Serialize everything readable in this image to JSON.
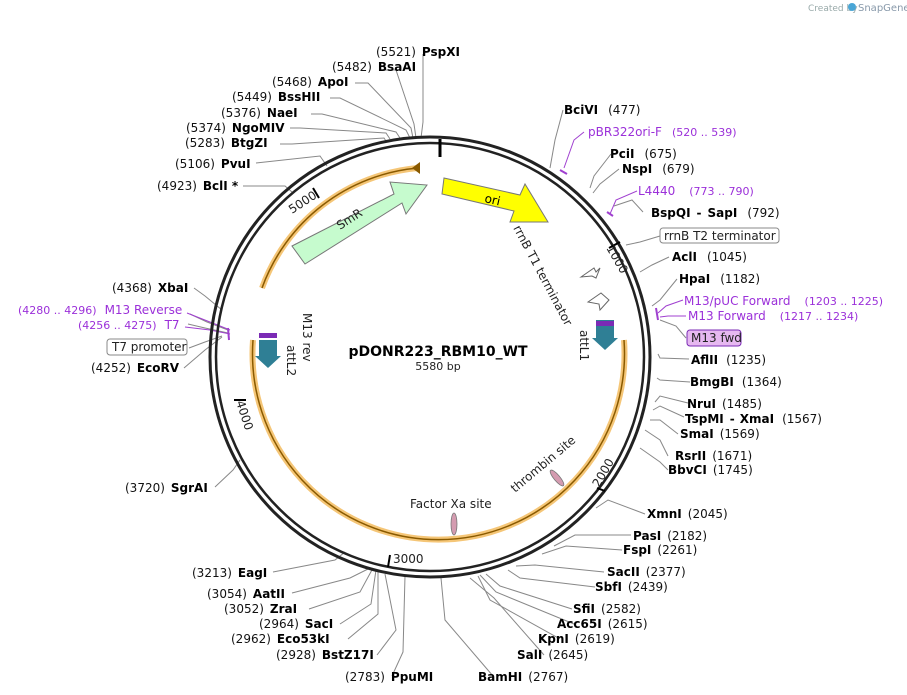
{
  "credit": {
    "prefix": "Created by",
    "brand": "SnapGene"
  },
  "plasmid": {
    "name": "pDONR223_RBM10_WT",
    "size": "5580 bp",
    "length": 5580
  },
  "ticks": [
    "1000",
    "2000",
    "3000",
    "4000",
    "5000"
  ],
  "features": [
    {
      "name": "ori",
      "label": "ori",
      "color": "#ffff00"
    },
    {
      "name": "smr",
      "label": "SmR",
      "color": "#c6fbce"
    },
    {
      "name": "rrnb-t1",
      "label": "rrnB T1 terminator"
    },
    {
      "name": "attl1",
      "label": "attL1",
      "color": "#2f7f95"
    },
    {
      "name": "attl2",
      "label": "attL2",
      "color": "#2f7f95"
    },
    {
      "name": "m13-rev",
      "label": "M13 rev"
    },
    {
      "name": "thrombin",
      "label": "thrombin site"
    },
    {
      "name": "factor-xa",
      "label": "Factor Xa site"
    }
  ],
  "boxed_labels": {
    "rrnb_t2": "rrnB T2 terminator",
    "t7_promoter": "T7 promoter",
    "m13_fwd": "M13 fwd"
  },
  "sites": [
    {
      "name": "PspXI",
      "pos": "(5521)"
    },
    {
      "name": "BsaAI",
      "pos": "(5482)"
    },
    {
      "name": "ApoI",
      "pos": "(5468)"
    },
    {
      "name": "BssHII",
      "pos": "(5449)"
    },
    {
      "name": "NaeI",
      "pos": "(5376)"
    },
    {
      "name": "NgoMIV",
      "pos": "(5374)"
    },
    {
      "name": "BtgZI",
      "pos": "(5283)"
    },
    {
      "name": "PvuI",
      "pos": "(5106)"
    },
    {
      "name": "BclI *",
      "pos": "(4923)"
    },
    {
      "name": "XbaI",
      "pos": "(4368)"
    },
    {
      "name": "EcoRV",
      "pos": "(4252)"
    },
    {
      "name": "SgrAI",
      "pos": "(3720)"
    },
    {
      "name": "EagI",
      "pos": "(3213)"
    },
    {
      "name": "AatII",
      "pos": "(3054)"
    },
    {
      "name": "ZraI",
      "pos": "(3052)"
    },
    {
      "name": "SacI",
      "pos": "(2964)"
    },
    {
      "name": "Eco53kI",
      "pos": "(2962)"
    },
    {
      "name": "BstZ17I",
      "pos": "(2928)"
    },
    {
      "name": "PpuMI",
      "pos": "(2783)"
    },
    {
      "name": "BamHI",
      "pos": "(2767)"
    },
    {
      "name": "SalI",
      "pos": "(2645)"
    },
    {
      "name": "KpnI",
      "pos": "(2619)"
    },
    {
      "name": "Acc65I",
      "pos": "(2615)"
    },
    {
      "name": "SfiI",
      "pos": "(2582)"
    },
    {
      "name": "SbfI",
      "pos": "(2439)"
    },
    {
      "name": "SacII",
      "pos": "(2377)"
    },
    {
      "name": "FspI",
      "pos": "(2261)"
    },
    {
      "name": "PasI",
      "pos": "(2182)"
    },
    {
      "name": "XmnI",
      "pos": "(2045)"
    },
    {
      "name": "BbvCI",
      "pos": "(1745)"
    },
    {
      "name": "RsrII",
      "pos": "(1671)"
    },
    {
      "name": "SmaI",
      "pos": "(1569)"
    },
    {
      "name": "TspMI",
      "sep": "-",
      "name2": "XmaI",
      "pos": "(1567)"
    },
    {
      "name": "NruI",
      "pos": "(1485)"
    },
    {
      "name": "BmgBI",
      "pos": "(1364)"
    },
    {
      "name": "AflII",
      "pos": "(1235)"
    },
    {
      "name": "HpaI",
      "pos": "(1182)"
    },
    {
      "name": "AclI",
      "pos": "(1045)"
    },
    {
      "name": "BspQI",
      "sep": "-",
      "name2": "SapI",
      "pos": "(792)"
    },
    {
      "name": "NspI",
      "pos": "(679)"
    },
    {
      "name": "PciI",
      "pos": "(675)"
    },
    {
      "name": "BciVI",
      "pos": "(477)"
    }
  ],
  "primers": [
    {
      "name": "pBR322ori-F",
      "range": "(520 .. 539)"
    },
    {
      "name": "L4440",
      "range": "(773 .. 790)"
    },
    {
      "name": "M13/pUC Forward",
      "range": "(1203 .. 1225)"
    },
    {
      "name": "M13 Forward",
      "range": "(1217 .. 1234)"
    },
    {
      "name": "M13 Reverse",
      "range": "(4280 .. 4296)"
    },
    {
      "name": "T7",
      "range": "(4256 .. 4275)"
    }
  ]
}
